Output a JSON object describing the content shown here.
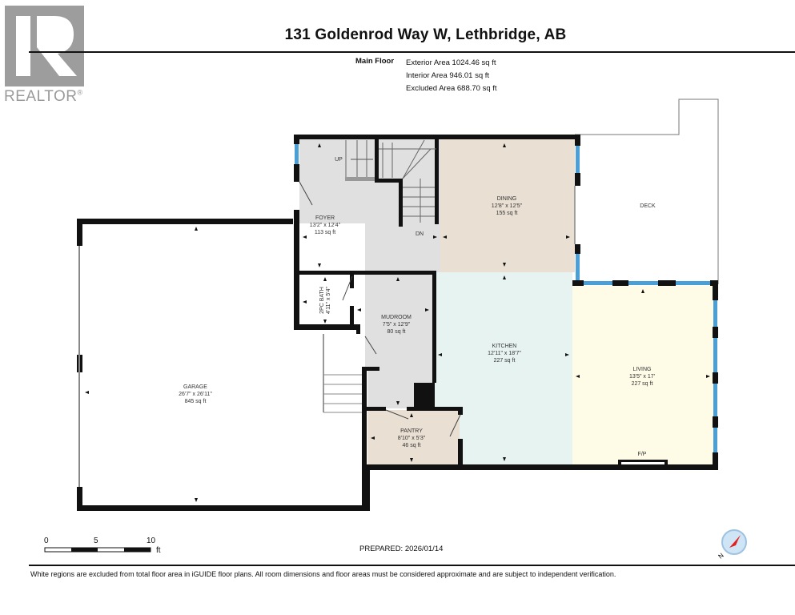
{
  "header": {
    "logo_text": "REALTOR",
    "logo_mark": "®",
    "title": "131 Goldenrod Way W, Lethbridge, AB"
  },
  "areas": {
    "floor_name": "Main Floor",
    "exterior": "Exterior Area 1024.46 sq ft",
    "interior": "Interior Area 946.01 sq ft",
    "excluded": "Excluded Area 688.70 sq ft"
  },
  "rooms": [
    {
      "name": "FOYER",
      "dims": "13'2\" x 12'4\"",
      "area": "113 sq ft",
      "color": "#e0e0e0"
    },
    {
      "name": "DINING",
      "dims": "12'8\" x 12'5\"",
      "area": "155 sq ft",
      "color": "#e9dfd2"
    },
    {
      "name": "DECK",
      "dims": "",
      "area": "",
      "color": "#ffffff"
    },
    {
      "name": "2PC BATH",
      "dims": "4'11\" x 5'4\"",
      "area": "",
      "color": "#bcdcf5"
    },
    {
      "name": "MUDROOM",
      "dims": "7'5\" x 12'9\"",
      "area": "80 sq ft",
      "color": "#e0e0e0"
    },
    {
      "name": "KITCHEN",
      "dims": "12'11\" x 18'7\"",
      "area": "227 sq ft",
      "color": "#e6f3f0"
    },
    {
      "name": "LIVING",
      "dims": "13'5\" x 17'",
      "area": "227 sq ft",
      "color": "#fefbe7"
    },
    {
      "name": "GARAGE",
      "dims": "26'7\" x 26'11\"",
      "area": "845 sq ft",
      "color": "#ffffff"
    },
    {
      "name": "PANTRY",
      "dims": "8'10\" x 5'3\"",
      "area": "46 sq ft",
      "color": "#e9dfd2"
    }
  ],
  "annotations": {
    "up": "UP",
    "down": "DN",
    "fireplace": "F/P"
  },
  "colors": {
    "wall": "#111111",
    "window": "#4a9fd6"
  },
  "scale": {
    "ticks": [
      "0",
      "5",
      "10"
    ],
    "unit": "ft"
  },
  "compass": {
    "label": "N"
  },
  "footer": {
    "prepared": "PREPARED: 2026/01/14",
    "disclaimer": "White regions are excluded from total floor area in iGUIDE floor plans. All room dimensions and floor areas must be considered approximate and are subject to independent verification."
  }
}
